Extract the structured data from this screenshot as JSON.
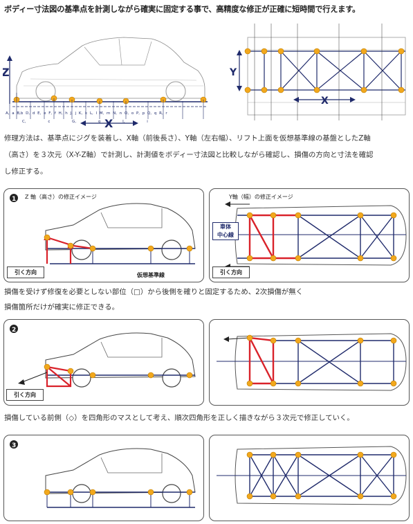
{
  "title": "ボディー寸法図の基準点を計測しながら確実に固定する事で、高精度な修正が正確に短時間で行えます。",
  "diagram_top": {
    "axis_z": "Z",
    "axis_x": "X",
    "axis_y": "Y",
    "side_points": [
      "A, a",
      "B,b",
      "D, d",
      "E, e",
      "F, f",
      "H, h",
      "J, j",
      "K, k",
      "L, l",
      "M, m",
      "N, n",
      "O, o",
      "P, p",
      "Q, q",
      "R, r"
    ],
    "side_points_lower": [
      "C, c",
      "G, g",
      "I, i"
    ]
  },
  "description": {
    "line1": "修理方法は、基準点にジグを装着し、X軸（前後長さ）、Y軸（左右幅）、リフト上面を仮想基準線の基盤としたZ軸",
    "line2": "（高さ）を３次元（X-Y-Z軸）で計測し、計測値をボディー寸法図と比較しながら確認し、損傷の方向と寸法を確認",
    "line3": "し修正する。"
  },
  "step1": {
    "number": "1",
    "z_title": "Z 軸（高さ）の修正イメージ",
    "y_title": "Y軸（幅）の修正イメージ",
    "pull_label": "引く方向",
    "pull_label_right": "引く方向",
    "baseline_label": "仮想基準線",
    "center_line_label_1": "車体",
    "center_line_label_2": "中心線"
  },
  "note1": {
    "line1": "損傷を受けず修復を必要としない部位（□）から後側を確りと固定するため、2次損傷が無く",
    "line2": "損傷箇所だけが確実に修正できる。"
  },
  "step2": {
    "number": "2",
    "pull_label": "引く方向"
  },
  "note2": {
    "line1": "損傷している前側（◇）を四角形のマスとして考え、順次四角形を正しく描きながら３次元で修正していく。"
  },
  "step3": {
    "number": "3"
  },
  "colors": {
    "accent_orange": "#f2a81d",
    "frame_navy": "#1f2a6b",
    "repair_red": "#d9222a",
    "outline_gray": "#555555"
  }
}
